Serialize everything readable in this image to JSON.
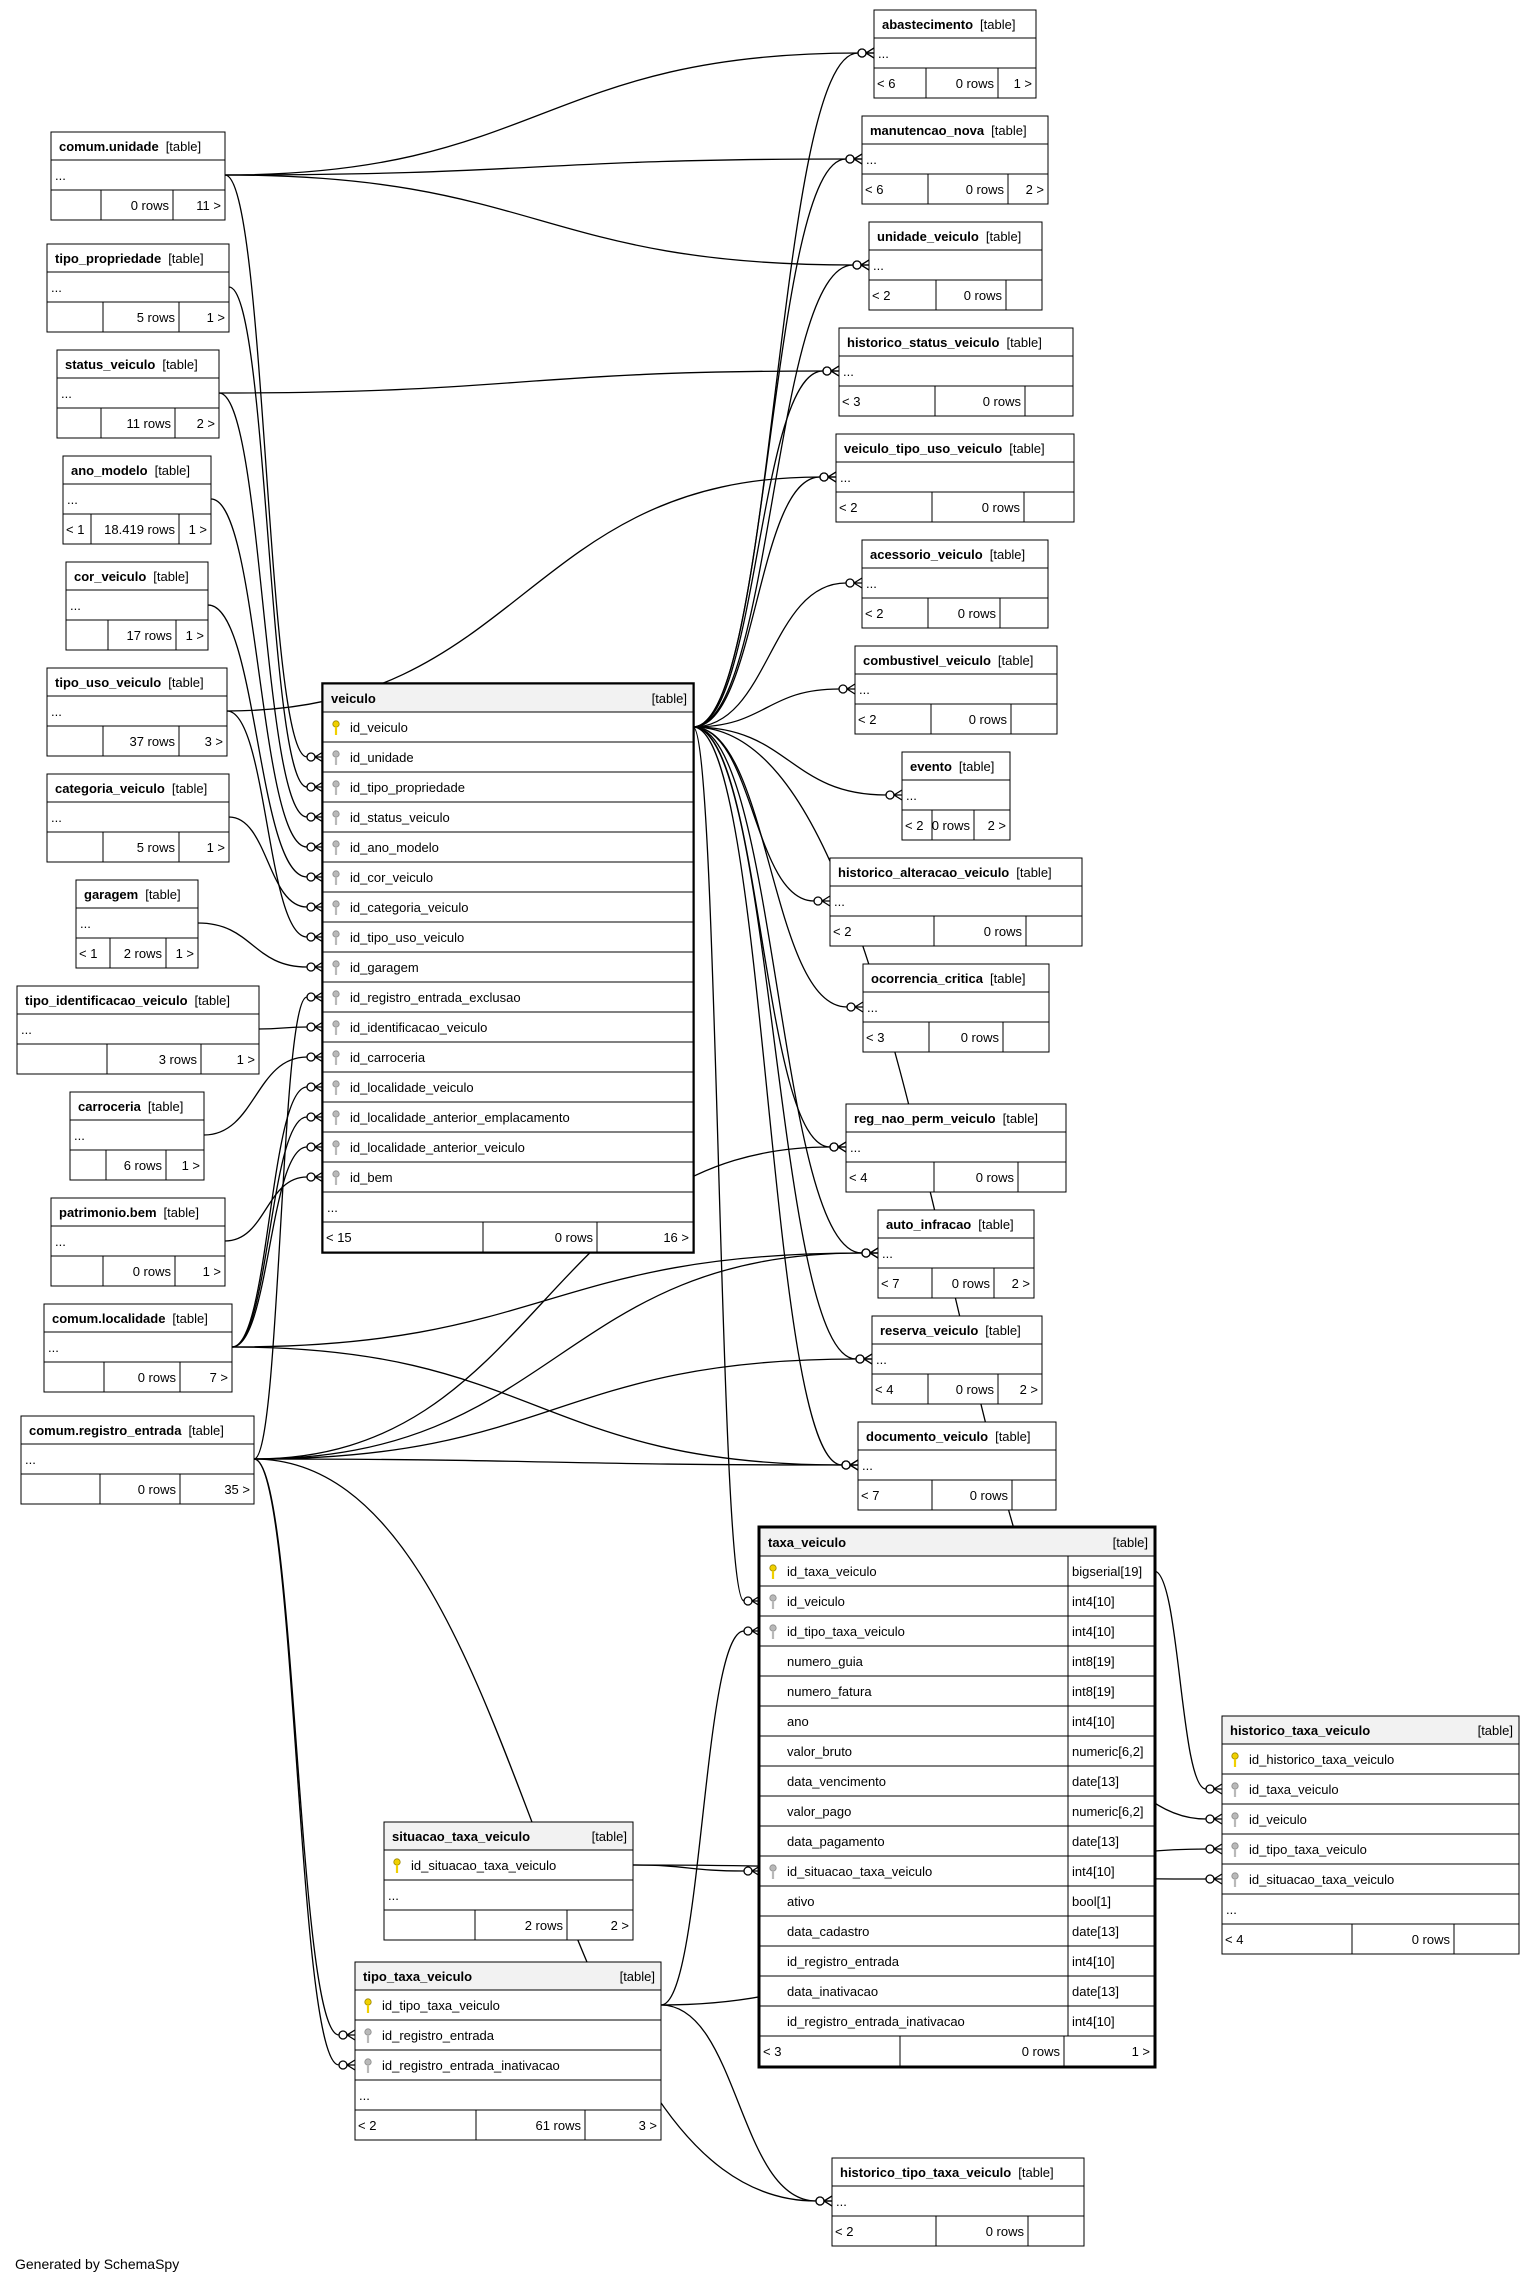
{
  "footer": "Generated by SchemaSpy",
  "tables": [
    {
      "id": "abastecimento",
      "name": "abastecimento",
      "tag": "[table]",
      "ellipsis": "...",
      "footer": [
        "< 6",
        "0 rows",
        "1 >"
      ]
    },
    {
      "id": "manutencao_nova",
      "name": "manutencao_nova",
      "tag": "[table]",
      "ellipsis": "...",
      "footer": [
        "< 6",
        "0 rows",
        "2 >"
      ]
    },
    {
      "id": "unidade_veiculo",
      "name": "unidade_veiculo",
      "tag": "[table]",
      "ellipsis": "...",
      "footer": [
        "< 2",
        "0 rows",
        ""
      ]
    },
    {
      "id": "historico_status_veiculo",
      "name": "historico_status_veiculo",
      "tag": "[table]",
      "ellipsis": "...",
      "footer": [
        "< 3",
        "0 rows",
        ""
      ]
    },
    {
      "id": "veiculo_tipo_uso_veiculo",
      "name": "veiculo_tipo_uso_veiculo",
      "tag": "[table]",
      "ellipsis": "...",
      "footer": [
        "< 2",
        "0 rows",
        ""
      ]
    },
    {
      "id": "acessorio_veiculo",
      "name": "acessorio_veiculo",
      "tag": "[table]",
      "ellipsis": "...",
      "footer": [
        "< 2",
        "0 rows",
        ""
      ]
    },
    {
      "id": "combustivel_veiculo",
      "name": "combustivel_veiculo",
      "tag": "[table]",
      "ellipsis": "...",
      "footer": [
        "< 2",
        "0 rows",
        ""
      ]
    },
    {
      "id": "evento",
      "name": "evento",
      "tag": "[table]",
      "ellipsis": "...",
      "footer": [
        "< 2",
        "0 rows",
        "2 >"
      ]
    },
    {
      "id": "historico_alteracao_veiculo",
      "name": "historico_alteracao_veiculo",
      "tag": "[table]",
      "ellipsis": "...",
      "footer": [
        "< 2",
        "0 rows",
        ""
      ]
    },
    {
      "id": "ocorrencia_critica",
      "name": "ocorrencia_critica",
      "tag": "[table]",
      "ellipsis": "...",
      "footer": [
        "< 3",
        "0 rows",
        ""
      ]
    },
    {
      "id": "reg_nao_perm_veiculo",
      "name": "reg_nao_perm_veiculo",
      "tag": "[table]",
      "ellipsis": "...",
      "footer": [
        "< 4",
        "0 rows",
        ""
      ]
    },
    {
      "id": "auto_infracao",
      "name": "auto_infracao",
      "tag": "[table]",
      "ellipsis": "...",
      "footer": [
        "< 7",
        "0 rows",
        "2 >"
      ]
    },
    {
      "id": "reserva_veiculo",
      "name": "reserva_veiculo",
      "tag": "[table]",
      "ellipsis": "...",
      "footer": [
        "< 4",
        "0 rows",
        "2 >"
      ]
    },
    {
      "id": "documento_veiculo",
      "name": "documento_veiculo",
      "tag": "[table]",
      "ellipsis": "...",
      "footer": [
        "< 7",
        "0 rows",
        ""
      ]
    },
    {
      "id": "comum_unidade",
      "name": "comum.unidade",
      "tag": "[table]",
      "ellipsis": "...",
      "footer": [
        "",
        "0 rows",
        "11 >"
      ]
    },
    {
      "id": "tipo_propriedade",
      "name": "tipo_propriedade",
      "tag": "[table]",
      "ellipsis": "...",
      "footer": [
        "",
        "5 rows",
        "1 >"
      ]
    },
    {
      "id": "status_veiculo",
      "name": "status_veiculo",
      "tag": "[table]",
      "ellipsis": "...",
      "footer": [
        "",
        "11 rows",
        "2 >"
      ]
    },
    {
      "id": "ano_modelo",
      "name": "ano_modelo",
      "tag": "[table]",
      "ellipsis": "...",
      "footer": [
        "< 1",
        "18.419 rows",
        "1 >"
      ]
    },
    {
      "id": "cor_veiculo",
      "name": "cor_veiculo",
      "tag": "[table]",
      "ellipsis": "...",
      "footer": [
        "",
        "17 rows",
        "1 >"
      ]
    },
    {
      "id": "tipo_uso_veiculo",
      "name": "tipo_uso_veiculo",
      "tag": "[table]",
      "ellipsis": "...",
      "footer": [
        "",
        "37 rows",
        "3 >"
      ]
    },
    {
      "id": "categoria_veiculo",
      "name": "categoria_veiculo",
      "tag": "[table]",
      "ellipsis": "...",
      "footer": [
        "",
        "5 rows",
        "1 >"
      ]
    },
    {
      "id": "garagem",
      "name": "garagem",
      "tag": "[table]",
      "ellipsis": "...",
      "footer": [
        "< 1",
        "2 rows",
        "1 >"
      ]
    },
    {
      "id": "tipo_identificacao_veiculo",
      "name": "tipo_identificacao_veiculo",
      "tag": "[table]",
      "ellipsis": "...",
      "footer": [
        "",
        "3 rows",
        "1 >"
      ]
    },
    {
      "id": "carroceria",
      "name": "carroceria",
      "tag": "[table]",
      "ellipsis": "...",
      "footer": [
        "",
        "6 rows",
        "1 >"
      ]
    },
    {
      "id": "patrimonio_bem",
      "name": "patrimonio.bem",
      "tag": "[table]",
      "ellipsis": "...",
      "footer": [
        "",
        "0 rows",
        "1 >"
      ]
    },
    {
      "id": "comum_localidade",
      "name": "comum.localidade",
      "tag": "[table]",
      "ellipsis": "...",
      "footer": [
        "",
        "0 rows",
        "7 >"
      ]
    },
    {
      "id": "comum_registro_entrada",
      "name": "comum.registro_entrada",
      "tag": "[table]",
      "ellipsis": "...",
      "footer": [
        "",
        "0 rows",
        "35 >"
      ]
    },
    {
      "id": "veiculo",
      "name": "veiculo",
      "tag": "[table]",
      "ellipsis": "...",
      "footer": [
        "< 15",
        "0 rows",
        "16 >"
      ],
      "columns": [
        {
          "name": "id_veiculo",
          "key": "pk"
        },
        {
          "name": "id_unidade",
          "key": "fk"
        },
        {
          "name": "id_tipo_propriedade",
          "key": "fk"
        },
        {
          "name": "id_status_veiculo",
          "key": "fk"
        },
        {
          "name": "id_ano_modelo",
          "key": "fk"
        },
        {
          "name": "id_cor_veiculo",
          "key": "fk"
        },
        {
          "name": "id_categoria_veiculo",
          "key": "fk"
        },
        {
          "name": "id_tipo_uso_veiculo",
          "key": "fk"
        },
        {
          "name": "id_garagem",
          "key": "fk"
        },
        {
          "name": "id_registro_entrada_exclusao",
          "key": "fk"
        },
        {
          "name": "id_identificacao_veiculo",
          "key": "fk"
        },
        {
          "name": "id_carroceria",
          "key": "fk"
        },
        {
          "name": "id_localidade_veiculo",
          "key": "fk"
        },
        {
          "name": "id_localidade_anterior_emplacamento",
          "key": "fk"
        },
        {
          "name": "id_localidade_anterior_veiculo",
          "key": "fk"
        },
        {
          "name": "id_bem",
          "key": "fk"
        }
      ]
    },
    {
      "id": "taxa_veiculo",
      "name": "taxa_veiculo",
      "tag": "[table]",
      "ellipsis": null,
      "footer": [
        "< 3",
        "0 rows",
        "1 >"
      ],
      "columns": [
        {
          "name": "id_taxa_veiculo",
          "key": "pk",
          "type": "bigserial[19]"
        },
        {
          "name": "id_veiculo",
          "key": "fk",
          "type": "int4[10]"
        },
        {
          "name": "id_tipo_taxa_veiculo",
          "key": "fk",
          "type": "int4[10]"
        },
        {
          "name": "numero_guia",
          "key": "",
          "type": "int8[19]"
        },
        {
          "name": "numero_fatura",
          "key": "",
          "type": "int8[19]"
        },
        {
          "name": "ano",
          "key": "",
          "type": "int4[10]"
        },
        {
          "name": "valor_bruto",
          "key": "",
          "type": "numeric[6,2]"
        },
        {
          "name": "data_vencimento",
          "key": "",
          "type": "date[13]"
        },
        {
          "name": "valor_pago",
          "key": "",
          "type": "numeric[6,2]"
        },
        {
          "name": "data_pagamento",
          "key": "",
          "type": "date[13]"
        },
        {
          "name": "id_situacao_taxa_veiculo",
          "key": "fk",
          "type": "int4[10]"
        },
        {
          "name": "ativo",
          "key": "",
          "type": "bool[1]"
        },
        {
          "name": "data_cadastro",
          "key": "",
          "type": "date[13]"
        },
        {
          "name": "id_registro_entrada",
          "key": "",
          "type": "int4[10]"
        },
        {
          "name": "data_inativacao",
          "key": "",
          "type": "date[13]"
        },
        {
          "name": "id_registro_entrada_inativacao",
          "key": "",
          "type": "int4[10]"
        }
      ]
    },
    {
      "id": "situacao_taxa_veiculo",
      "name": "situacao_taxa_veiculo",
      "tag": "[table]",
      "ellipsis": "...",
      "footer": [
        "",
        "2 rows",
        "2 >"
      ],
      "columns": [
        {
          "name": "id_situacao_taxa_veiculo",
          "key": "pk"
        }
      ]
    },
    {
      "id": "tipo_taxa_veiculo",
      "name": "tipo_taxa_veiculo",
      "tag": "[table]",
      "ellipsis": "...",
      "footer": [
        "< 2",
        "61 rows",
        "3 >"
      ],
      "columns": [
        {
          "name": "id_tipo_taxa_veiculo",
          "key": "pk"
        },
        {
          "name": "id_registro_entrada",
          "key": "fk"
        },
        {
          "name": "id_registro_entrada_inativacao",
          "key": "fk"
        }
      ]
    },
    {
      "id": "historico_taxa_veiculo",
      "name": "historico_taxa_veiculo",
      "tag": "[table]",
      "ellipsis": "...",
      "footer": [
        "< 4",
        "0 rows",
        ""
      ],
      "columns": [
        {
          "name": "id_historico_taxa_veiculo",
          "key": "pk"
        },
        {
          "name": "id_taxa_veiculo",
          "key": "fk"
        },
        {
          "name": "id_veiculo",
          "key": "fk"
        },
        {
          "name": "id_tipo_taxa_veiculo",
          "key": "fk"
        },
        {
          "name": "id_situacao_taxa_veiculo",
          "key": "fk"
        }
      ]
    },
    {
      "id": "historico_tipo_taxa_veiculo",
      "name": "historico_tipo_taxa_veiculo",
      "tag": "[table]",
      "ellipsis": "...",
      "footer": [
        "< 2",
        "0 rows",
        ""
      ]
    }
  ],
  "relationships": [
    {
      "from": "comum_unidade",
      "to": "abastecimento"
    },
    {
      "from": "comum_unidade",
      "to": "manutencao_nova"
    },
    {
      "from": "comum_unidade",
      "to": "unidade_veiculo"
    },
    {
      "from": "comum_unidade",
      "to": "veiculo.id_unidade"
    },
    {
      "from": "tipo_propriedade",
      "to": "veiculo.id_tipo_propriedade"
    },
    {
      "from": "status_veiculo",
      "to": "historico_status_veiculo"
    },
    {
      "from": "status_veiculo",
      "to": "veiculo.id_status_veiculo"
    },
    {
      "from": "ano_modelo",
      "to": "veiculo.id_ano_modelo"
    },
    {
      "from": "cor_veiculo",
      "to": "veiculo.id_cor_veiculo"
    },
    {
      "from": "tipo_uso_veiculo",
      "to": "veiculo_tipo_uso_veiculo"
    },
    {
      "from": "tipo_uso_veiculo",
      "to": "veiculo.id_tipo_uso_veiculo"
    },
    {
      "from": "categoria_veiculo",
      "to": "veiculo.id_categoria_veiculo"
    },
    {
      "from": "garagem",
      "to": "veiculo.id_garagem"
    },
    {
      "from": "tipo_identificacao_veiculo",
      "to": "veiculo.id_identificacao_veiculo"
    },
    {
      "from": "carroceria",
      "to": "veiculo.id_carroceria"
    },
    {
      "from": "patrimonio_bem",
      "to": "veiculo.id_bem"
    },
    {
      "from": "comum_localidade",
      "to": "veiculo.id_localidade_veiculo"
    },
    {
      "from": "comum_localidade",
      "to": "veiculo.id_localidade_anterior_emplacamento"
    },
    {
      "from": "comum_localidade",
      "to": "veiculo.id_localidade_anterior_veiculo"
    },
    {
      "from": "comum_localidade",
      "to": "auto_infracao"
    },
    {
      "from": "comum_localidade",
      "to": "documento_veiculo"
    },
    {
      "from": "comum_registro_entrada",
      "to": "veiculo.id_registro_entrada_exclusao"
    },
    {
      "from": "comum_registro_entrada",
      "to": "reg_nao_perm_veiculo"
    },
    {
      "from": "comum_registro_entrada",
      "to": "auto_infracao"
    },
    {
      "from": "comum_registro_entrada",
      "to": "reserva_veiculo"
    },
    {
      "from": "comum_registro_entrada",
      "to": "documento_veiculo"
    },
    {
      "from": "comum_registro_entrada",
      "to": "tipo_taxa_veiculo.id_registro_entrada"
    },
    {
      "from": "comum_registro_entrada",
      "to": "tipo_taxa_veiculo.id_registro_entrada_inativacao"
    },
    {
      "from": "comum_registro_entrada",
      "to": "historico_tipo_taxa_veiculo"
    },
    {
      "from": "veiculo",
      "to": "abastecimento"
    },
    {
      "from": "veiculo",
      "to": "manutencao_nova"
    },
    {
      "from": "veiculo",
      "to": "unidade_veiculo"
    },
    {
      "from": "veiculo",
      "to": "historico_status_veiculo"
    },
    {
      "from": "veiculo",
      "to": "veiculo_tipo_uso_veiculo"
    },
    {
      "from": "veiculo",
      "to": "acessorio_veiculo"
    },
    {
      "from": "veiculo",
      "to": "combustivel_veiculo"
    },
    {
      "from": "veiculo",
      "to": "evento"
    },
    {
      "from": "veiculo",
      "to": "historico_alteracao_veiculo"
    },
    {
      "from": "veiculo",
      "to": "ocorrencia_critica"
    },
    {
      "from": "veiculo",
      "to": "reg_nao_perm_veiculo"
    },
    {
      "from": "veiculo",
      "to": "auto_infracao"
    },
    {
      "from": "veiculo",
      "to": "reserva_veiculo"
    },
    {
      "from": "veiculo",
      "to": "documento_veiculo"
    },
    {
      "from": "veiculo",
      "to": "taxa_veiculo.id_veiculo"
    },
    {
      "from": "veiculo",
      "to": "historico_taxa_veiculo.id_veiculo"
    },
    {
      "from": "situacao_taxa_veiculo",
      "to": "taxa_veiculo.id_situacao_taxa_veiculo"
    },
    {
      "from": "situacao_taxa_veiculo",
      "to": "historico_taxa_veiculo.id_situacao_taxa_veiculo"
    },
    {
      "from": "tipo_taxa_veiculo",
      "to": "taxa_veiculo.id_tipo_taxa_veiculo"
    },
    {
      "from": "tipo_taxa_veiculo",
      "to": "historico_taxa_veiculo.id_tipo_taxa_veiculo"
    },
    {
      "from": "tipo_taxa_veiculo",
      "to": "historico_tipo_taxa_veiculo"
    },
    {
      "from": "taxa_veiculo",
      "to": "historico_taxa_veiculo.id_taxa_veiculo"
    }
  ]
}
